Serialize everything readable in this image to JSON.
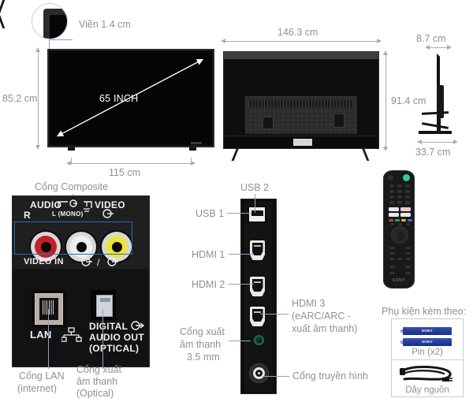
{
  "title": "Sony TV 65 INCH dimensions and ports diagram",
  "front_view": {
    "bezel_callout_label": "Viền 1.4 cm",
    "height_label": "85.2 cm",
    "width_label": "115 cm",
    "screen_size_label": "65 INCH"
  },
  "back_view": {
    "width_label": "146.3 cm",
    "height_label": "91.4 cm"
  },
  "side_view": {
    "depth_label": "8.7 cm",
    "stand_depth_label": "33.7 cm"
  },
  "composite_panel": {
    "callout": "Cổng Composite",
    "silk": {
      "audio": "AUDIO",
      "r": "R",
      "l_mono": "L (MONO)",
      "video": "VIDEO",
      "video_in": "VIDEO IN",
      "lan": "LAN",
      "digital": "DIGITAL",
      "audio_out": "AUDIO OUT",
      "optical": "(OPTICAL)"
    },
    "lan_label_line1": "Cổng LAN",
    "lan_label_line2": "(internet)",
    "optical_label_line1": "Cổng xuất",
    "optical_label_line2": "âm thanh",
    "optical_label_line3": "(Optical)",
    "highlight_color": "#2e6bb8"
  },
  "io_strip": {
    "usb2": "USB 2",
    "usb1": "USB 1",
    "hdmi1": "HDMI 1",
    "hdmi2": "HDMI 2",
    "hdmi3_line1": "HDMI 3",
    "hdmi3_line2": "(eARC/ARC -",
    "hdmi3_line3": "xuất âm thanh)",
    "jack_line1": "Cổng xuất",
    "jack_line2": "âm thanh",
    "jack_line3": "3.5 mm",
    "rf_label": "Cổng truyền hình"
  },
  "accessories": {
    "heading": "Phụ kiện kèm theo:",
    "battery_brand": "SONY",
    "battery_label": "Pin (x2)",
    "power_cable_label": "Dây nguồn"
  },
  "remote": {
    "brand": "SONY"
  },
  "colors": {
    "label_gray": "#8d9196",
    "dim_line": "#a8acb1",
    "leader_blue": "#8ba4c4",
    "highlight_blue": "#2e6bb8",
    "mic_green": "#2ecf9a"
  }
}
